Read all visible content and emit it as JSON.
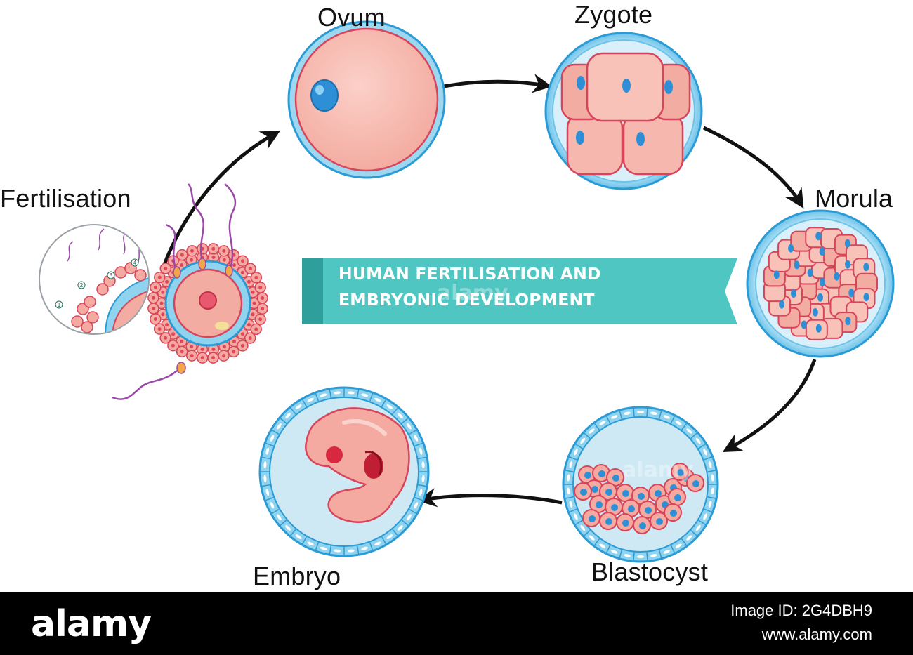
{
  "diagram": {
    "title_lines": [
      "HUMAN FERTILISATION AND",
      "EMBRYONIC DEVELOPMENT"
    ],
    "stages": {
      "fertilisation": "Fertilisation",
      "ovum": "Ovum",
      "zygote": "Zygote",
      "morula": "Morula",
      "blastocyst": "Blastocyst",
      "embryo": "Embryo"
    },
    "inset_numbers": [
      "1",
      "2",
      "3",
      "4"
    ],
    "colors": {
      "banner": "#4fc6c2",
      "banner_dark": "#2f9f9b",
      "membrane": "#8fd3ef",
      "membrane_dark": "#2b9bd6",
      "cytoplasm": "#f6b8ae",
      "nucleus": "#2f8fd6",
      "cell_line": "#d8445a",
      "sperm_tail": "#9a49a8",
      "arrow": "#111111"
    }
  },
  "watermarks": [
    "alamy",
    "alamy"
  ],
  "footer": {
    "brand": "alamy",
    "image_id": "Image ID: 2G4DBH9",
    "url": "www.alamy.com"
  }
}
